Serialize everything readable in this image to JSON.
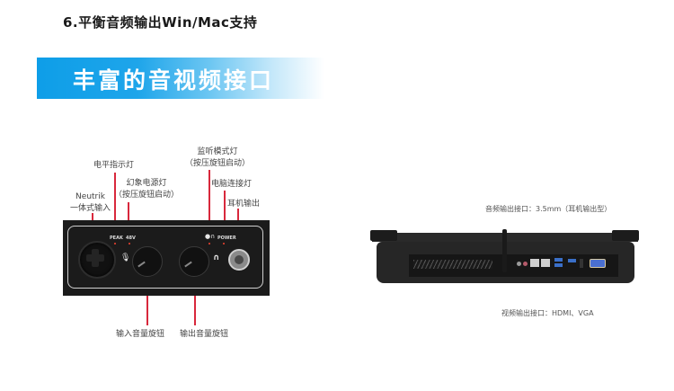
{
  "heading": "6.平衡音频输出Win/Mac支持",
  "banner": {
    "title": "丰富的音视频接口",
    "color_start": "#0e9ee8",
    "color_end": "#ffffff"
  },
  "panel_diagram": {
    "callouts_top": {
      "neutrik": [
        "Neutrik",
        "一体式输入"
      ],
      "level_indicator": "电平指示灯",
      "phantom_power": [
        "幻象电源灯",
        "（按压旋钮启动）"
      ],
      "monitor_mode": [
        "监听模式灯",
        "（按压旋钮启动）"
      ],
      "pc_connection": "电脑连接灯",
      "headphone_out": "耳机输出"
    },
    "callouts_bottom": {
      "input_knob": "输入音量旋钮",
      "output_knob": "输出音量旋钮"
    },
    "panel_labels": {
      "peak": "PEAK",
      "v48": "48V",
      "power": "POWER"
    },
    "icons": [
      "xlr-combo-jack",
      "microphone-icon",
      "headphone-icon",
      "monitor-mode-icon"
    ],
    "callout_color": "#d8283c"
  },
  "laptop_diagram": {
    "audio_caption": "音频输出接口：3.5mm（耳机输出型）",
    "video_caption": "视频输出接口：HDMI、VGA"
  }
}
